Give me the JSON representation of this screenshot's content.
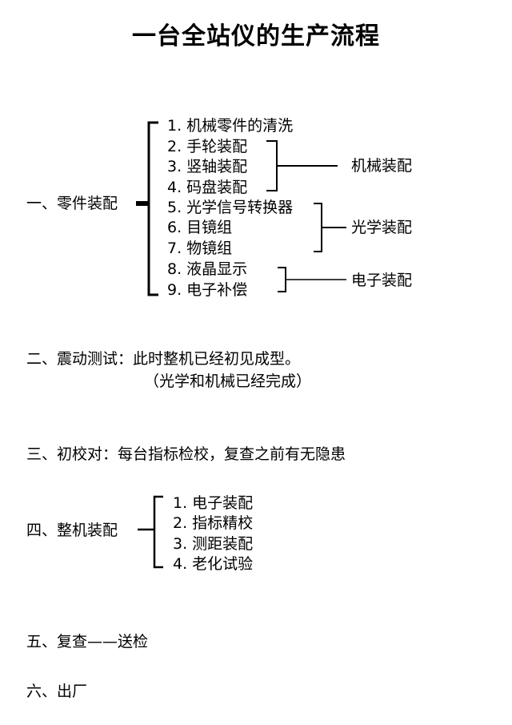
{
  "title": "一台全站仪的生产流程",
  "steps": [
    {
      "label": "一、零件装配",
      "items": [
        "1. 机械零件的清洗",
        "2. 手轮装配",
        "3. 竖轴装配",
        "4. 码盘装配",
        "5. 光学信号转换器",
        "6. 目镜组",
        "7. 物镜组",
        "8. 液晶显示",
        "9. 电子补偿"
      ],
      "groups": [
        "机械装配",
        "光学装配",
        "电子装配"
      ]
    },
    {
      "label": "二、震动测试：此时整机已经初见成型。",
      "note": "（光学和机械已经完成）"
    },
    {
      "label": "三、初校对：每台指标检校，复查之前有无隐患"
    },
    {
      "label": "四、整机装配",
      "items": [
        "1. 电子装配",
        "2. 指标精校",
        "3. 测距装配",
        "4. 老化试验"
      ]
    },
    {
      "label": "五、复查——送检"
    },
    {
      "label": "六、出厂"
    }
  ]
}
